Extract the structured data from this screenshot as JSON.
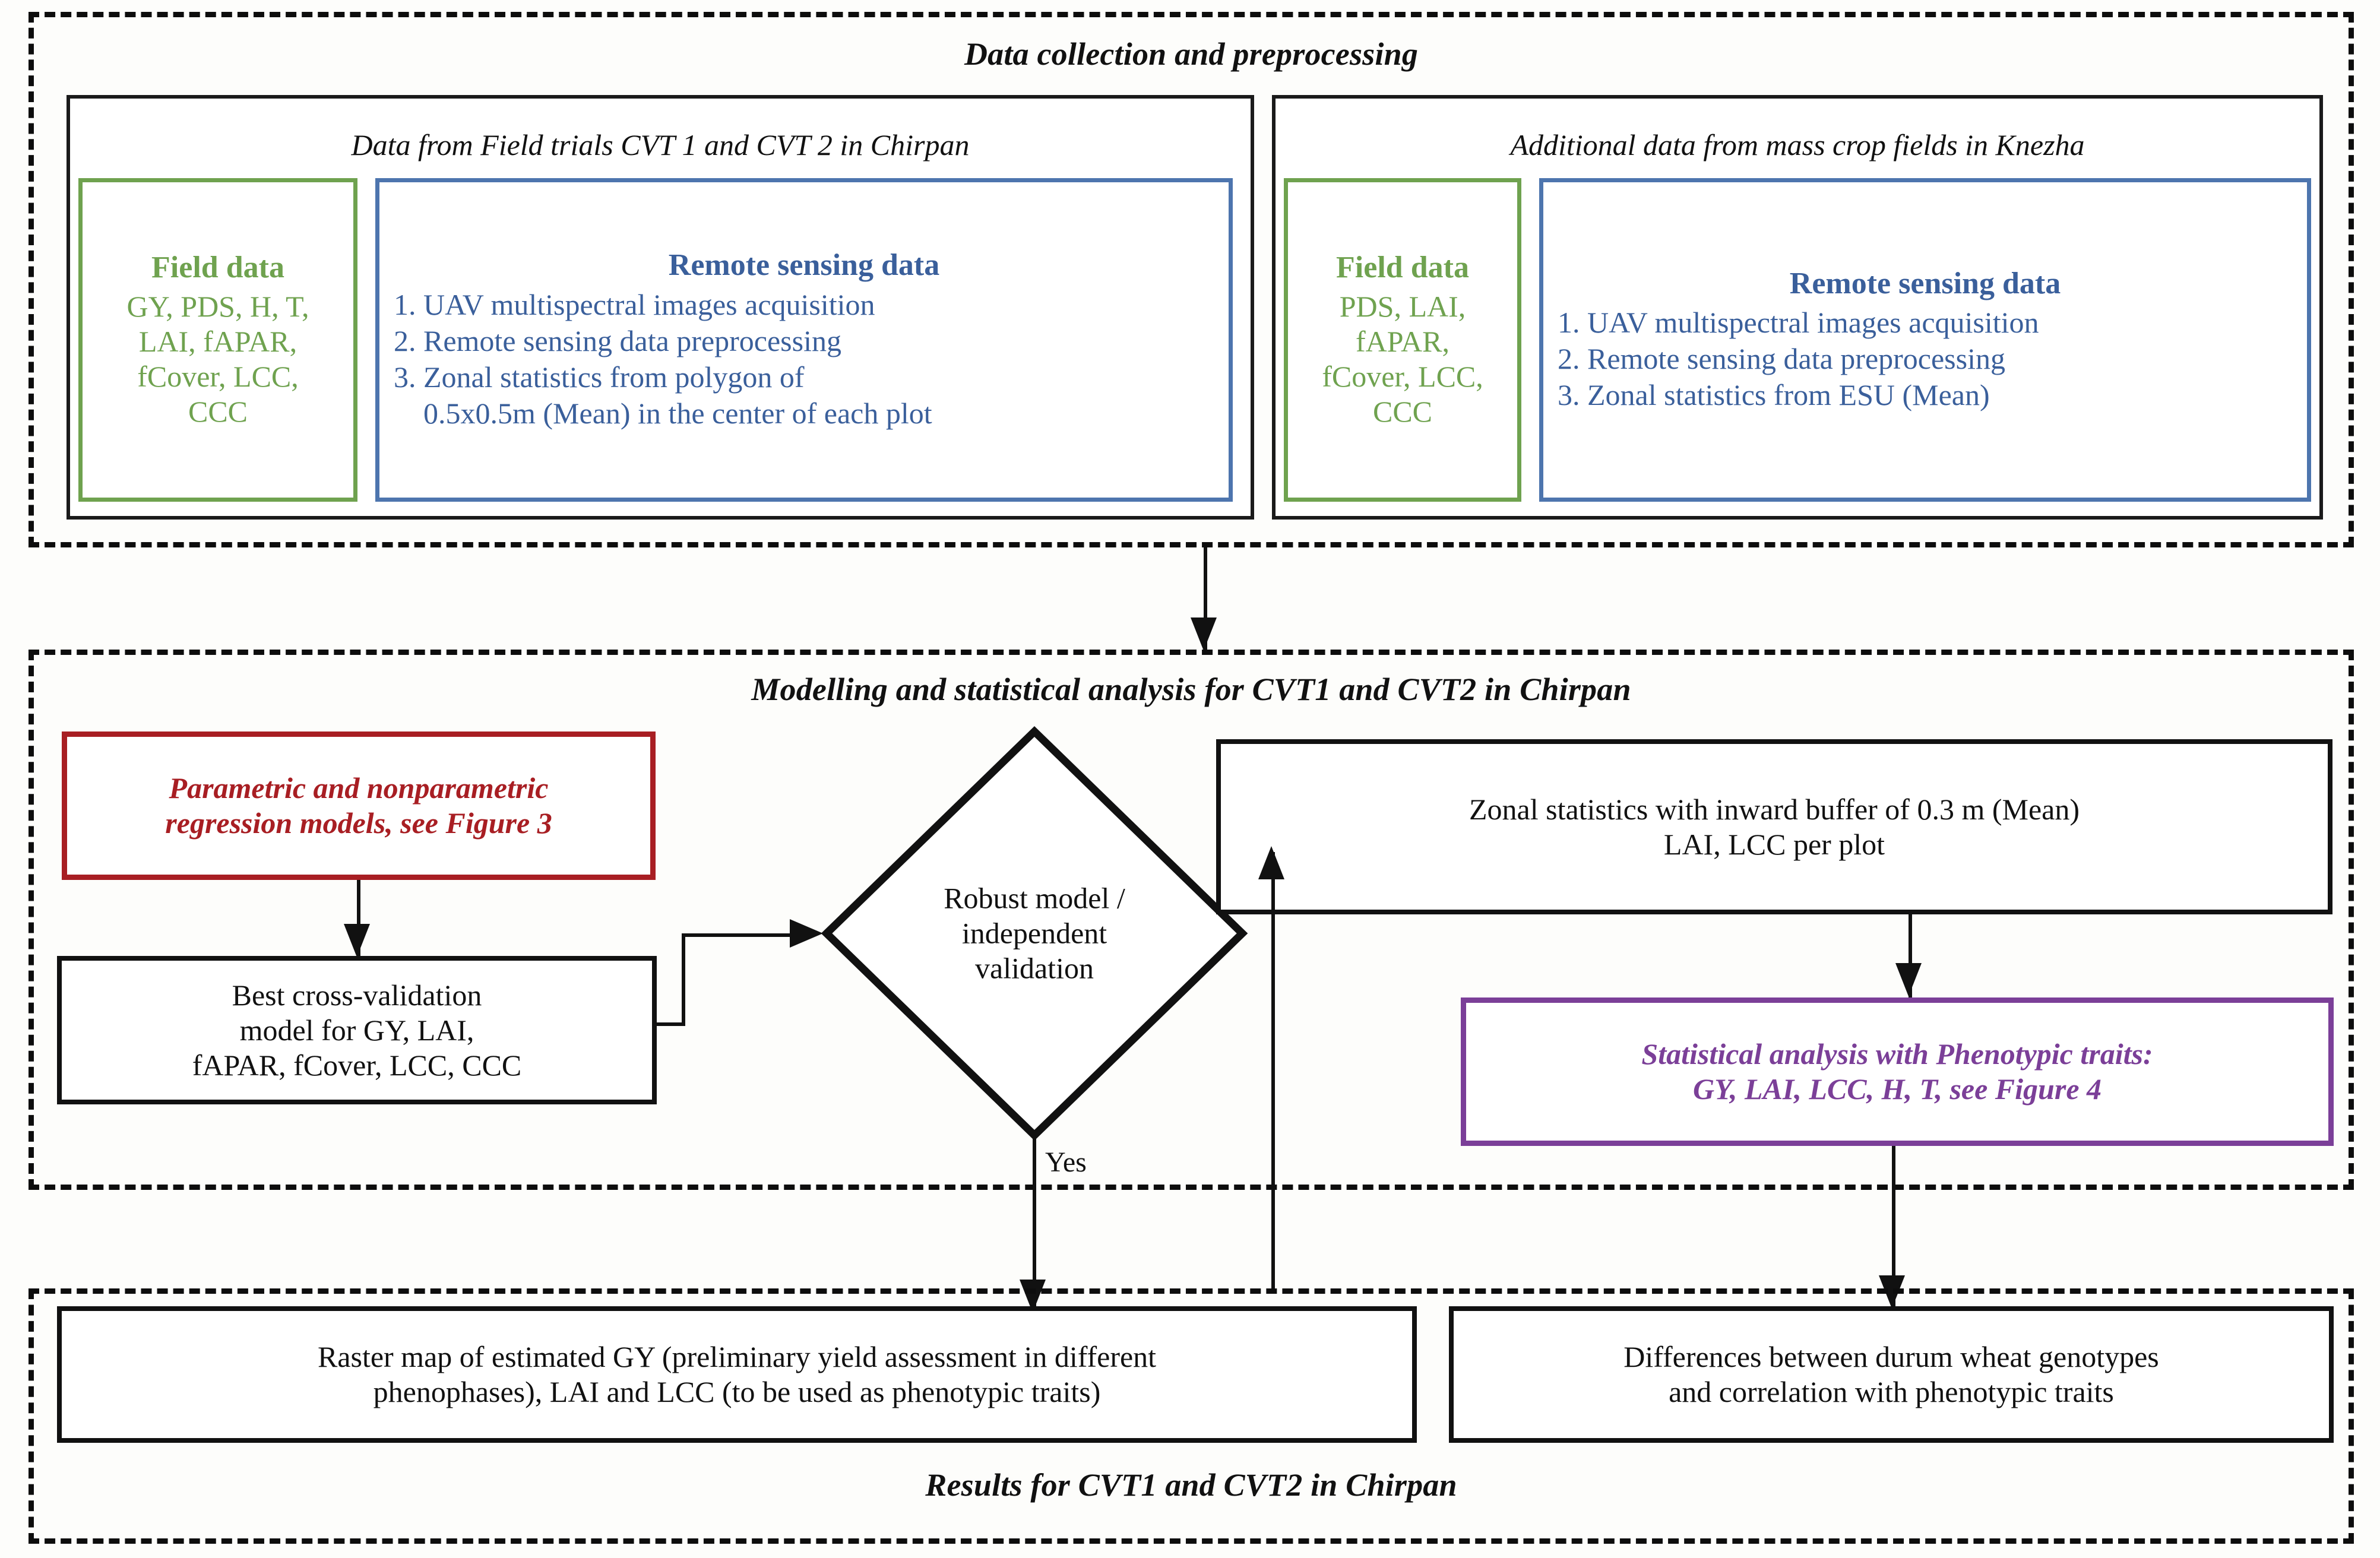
{
  "figure": {
    "type": "flowchart",
    "orientation": "vertical",
    "sections": 3
  },
  "section1": {
    "title": "Data collection and preprocessing",
    "panel_left": {
      "caption": "Data from Field trials CVT 1 and CVT 2 in Chirpan",
      "field_data": {
        "heading": "Field data",
        "line1": "GY, PDS, H, T,",
        "line2": "LAI, fAPAR,",
        "line3": "fCover, LCC,",
        "line4": "CCC"
      },
      "remote_sensing": {
        "heading": "Remote sensing data",
        "item1": "1. UAV multispectral images acquisition",
        "item2": "2. Remote sensing data preprocessing",
        "item3": "3. Zonal statistics from polygon of",
        "item3b": "    0.5x0.5m (Mean) in the center of each plot"
      }
    },
    "panel_right": {
      "caption": "Additional data from mass crop fields in Knezha",
      "field_data": {
        "heading": "Field data",
        "line1": "PDS, LAI,",
        "line2": "fAPAR,",
        "line3": "fCover, LCC,",
        "line4": "CCC"
      },
      "remote_sensing": {
        "heading": "Remote sensing data",
        "item1": "1. UAV multispectral images acquisition",
        "item2": "2. Remote sensing data preprocessing",
        "item3": "3. Zonal statistics from ESU (Mean)"
      }
    }
  },
  "section2": {
    "title": "Modelling and statistical analysis for CVT1 and CVT2 in Chirpan",
    "models_box": {
      "line1": "Parametric and nonparametric",
      "line2": "regression models, see Figure 3"
    },
    "best_model_box": {
      "line1": "Best cross-validation",
      "line2": "model for GY, LAI,",
      "line3": "fAPAR, fCover, LCC, CCC"
    },
    "decision": {
      "line1": "Robust model /",
      "line2": "independent",
      "line3": "validation"
    },
    "yes_label": "Yes",
    "zonal_box": {
      "line1": "Zonal statistics with inward buffer of 0.3 m (Mean)",
      "line2": "LAI, LCC per plot"
    },
    "stats_box": {
      "line1": "Statistical analysis with Phenotypic traits:",
      "line2": "GY, LAI, LCC, H, T, see Figure 4"
    }
  },
  "section3": {
    "title": "Results for CVT1 and CVT2 in Chirpan",
    "raster_box": {
      "line1": "Raster map of estimated GY (preliminary yield assessment in different",
      "line2": "phenophases), LAI and LCC (to be used as phenotypic traits)"
    },
    "differences_box": {
      "line1": "Differences between durum wheat genotypes",
      "line2": "and correlation with phenotypic traits"
    }
  },
  "colors": {
    "green": "#6FA24F",
    "blue": "#4D75AE",
    "blue_text": "#3A5F9B",
    "red": "#A81E23",
    "purple": "#7B3F98",
    "black": "#111111"
  }
}
